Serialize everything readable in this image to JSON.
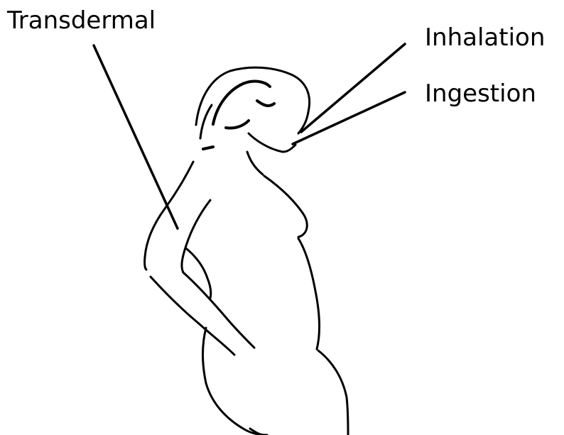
{
  "labels": {
    "transdermal": "Transdermal",
    "inhalation": "Inhalation",
    "ingestion": "Ingestion"
  },
  "figure": "pregnant-woman-outline",
  "colors": {
    "background": "#ffffff",
    "ink": "#000000"
  }
}
